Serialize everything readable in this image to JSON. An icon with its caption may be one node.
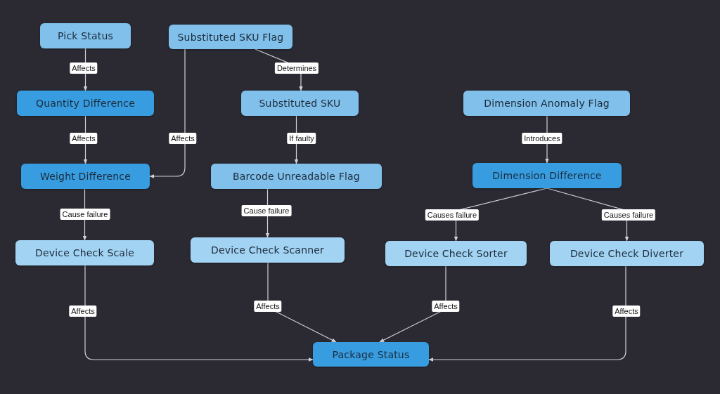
{
  "diagram": {
    "nodes": [
      {
        "text": [
          "Pick Status"
        ]
      },
      {
        "text": [
          "Substituted SKU Flag"
        ]
      },
      {
        "text": [
          "Quantity Difference"
        ]
      },
      {
        "text": [
          "Substituted SKU"
        ]
      },
      {
        "text": [
          "Dimension Anomaly Flag"
        ]
      },
      {
        "text": [
          "Weight Difference"
        ]
      },
      {
        "text": [
          "Barcode Unreadable Flag"
        ]
      },
      {
        "text": [
          "Dimension Difference"
        ]
      },
      {
        "text": [
          "Device Check Scale"
        ]
      },
      {
        "text": [
          "Device Check Scanner"
        ]
      },
      {
        "text": [
          "Device Check Sorter"
        ]
      },
      {
        "text": [
          "Device Check Diverter"
        ]
      },
      {
        "text": [
          "Package Status"
        ]
      }
    ],
    "edges": [
      {
        "from": 0,
        "to": 2,
        "arrow": "to",
        "label": "Affects"
      },
      {
        "from": 1,
        "to": 3,
        "arrow": "to",
        "label": "Determines"
      },
      {
        "from": 1,
        "to": 5,
        "arrow": "to",
        "label": "Affects"
      },
      {
        "from": 2,
        "to": 5,
        "arrow": "to",
        "label": "Affects"
      },
      {
        "from": 3,
        "to": 6,
        "arrow": "to",
        "label": "If faulty"
      },
      {
        "from": 4,
        "to": 7,
        "arrow": "to",
        "label": "Introduces"
      },
      {
        "from": 5,
        "to": 8,
        "arrow": "to",
        "label": "Cause failure"
      },
      {
        "from": 6,
        "to": 9,
        "arrow": "to",
        "label": "Cause failure"
      },
      {
        "from": 7,
        "to": 10,
        "arrow": "to",
        "label": "Causes failure"
      },
      {
        "from": 7,
        "to": 11,
        "arrow": "to",
        "label": "Causes failure"
      },
      {
        "from": 8,
        "to": 12,
        "arrow": "to",
        "label": "Affects"
      },
      {
        "from": 9,
        "to": 12,
        "arrow": "to",
        "label": "Affects"
      },
      {
        "from": 10,
        "to": 12,
        "arrow": "to",
        "label": "Affects"
      },
      {
        "from": 11,
        "to": 12,
        "arrow": "to",
        "label": "Affects"
      }
    ]
  }
}
